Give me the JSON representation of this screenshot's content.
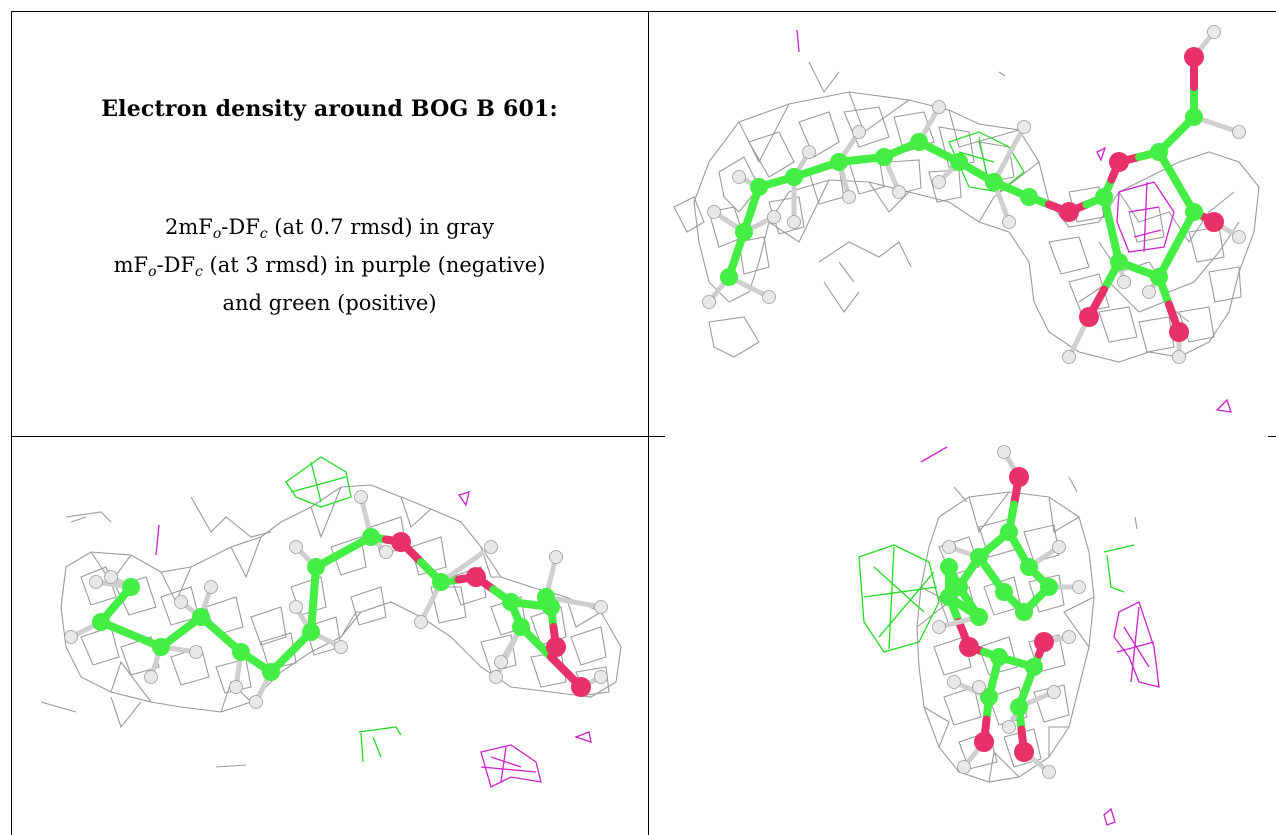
{
  "caption": {
    "title": "Electron density around BOG B 601:",
    "line1": {
      "pre": "2mF",
      "sub1": "o",
      "mid": "-DF",
      "sub2": "c",
      "post": " (at 0.7 rmsd) in gray"
    },
    "line2": {
      "pre": "mF",
      "sub1": "o",
      "mid": "-DF",
      "sub2": "c",
      "post": " (at 3 rmsd) in purple (negative)"
    },
    "line3": "and green (positive)"
  },
  "colors": {
    "mesh_2fofc": "#9a9a9a",
    "mesh_negative": "#cc22cc",
    "mesh_positive": "#22dd22",
    "carbon": "#44ee44",
    "oxygen": "#e8306a",
    "hydrogen": "#e8e8e8",
    "border": "#000000"
  },
  "panels": [
    {
      "id": "view-1",
      "icon": "molecule-view-1"
    },
    {
      "id": "view-2",
      "icon": "molecule-view-2"
    },
    {
      "id": "view-3",
      "icon": "molecule-view-3"
    }
  ]
}
